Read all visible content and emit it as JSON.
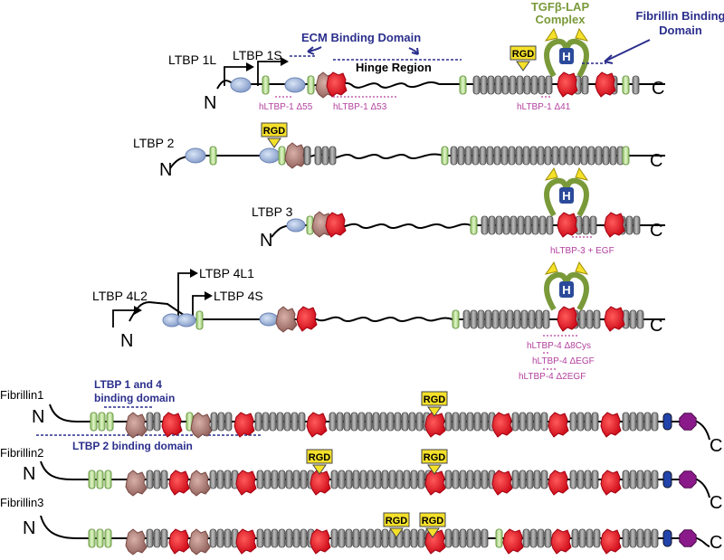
{
  "labels": {
    "ltbp1l": "LTBP 1L",
    "ltbp1s": "LTBP 1S",
    "ecm": "ECM Binding Domain",
    "hinge": "Hinge Region",
    "tgf_line1": "TGFβ-LAP",
    "tgf_line2": "Complex",
    "fib_bind_line1": "Fibrillin Binding",
    "fib_bind_line2": "Domain",
    "rgd": "RGD",
    "n": "N",
    "c": "C",
    "h": "H",
    "d55": "hLTBP-1 Δ55",
    "d53": "hLTBP-1 Δ53",
    "d41": "hLTBP-1 Δ41",
    "ltbp2": "LTBP 2",
    "ltbp3": "LTBP 3",
    "ltbp3egf": "hLTBP-3 + EGF",
    "ltbp4l2": "LTBP 4L2",
    "ltbp4l1": "LTBP 4L1",
    "ltbp4s": "LTBP 4S",
    "d8cys": "hLTBP-4 Δ8Cys",
    "degf": "hLTBP-4 ΔEGF",
    "d2egf": "hLTBP-4 Δ2EGF",
    "ltbp14": "LTBP 1 and 4",
    "ltbp14b": "binding domain",
    "ltbp2bd": "LTBP 2 binding domain",
    "fib1": "Fibrillin1",
    "fib2": "Fibrillin2",
    "fib3": "Fibrillin3"
  },
  "colors": {
    "egf": "#999999",
    "tb": "#e8101a",
    "hybrid": "#b08880",
    "lightgreen": "#c8e6a0",
    "blueblob": "#9db4dc",
    "olive": "#7a9a3a",
    "dark_blue_text": "#2b2f8c",
    "magenta": "#b3409e",
    "rgd_fill": "#f5e02a",
    "purple": "#8a1a8a",
    "blue": "#2244aa"
  }
}
